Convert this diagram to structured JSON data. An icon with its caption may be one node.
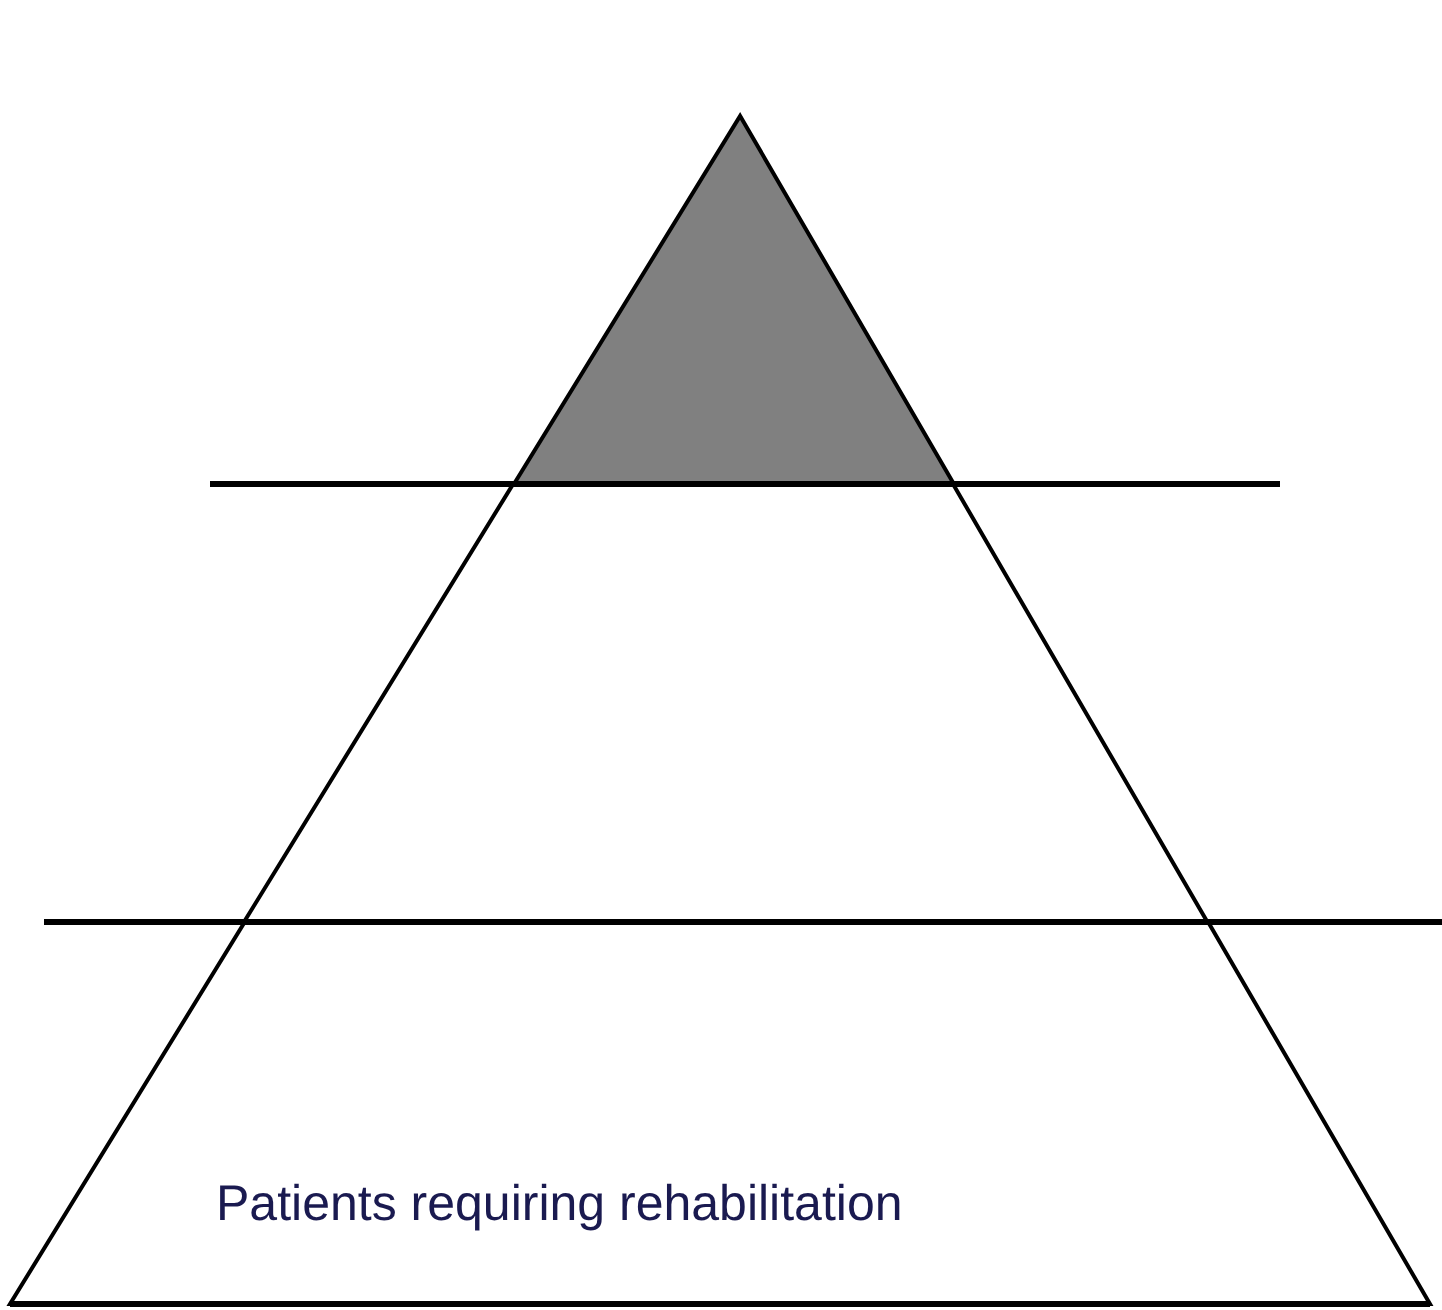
{
  "diagram": {
    "nodes": [
      {
        "text": [],
        "shape": "triangle"
      },
      {
        "text": [],
        "shape": "band"
      },
      {
        "text": [
          "Patients requiring rehabilitation"
        ]
      }
    ]
  }
}
